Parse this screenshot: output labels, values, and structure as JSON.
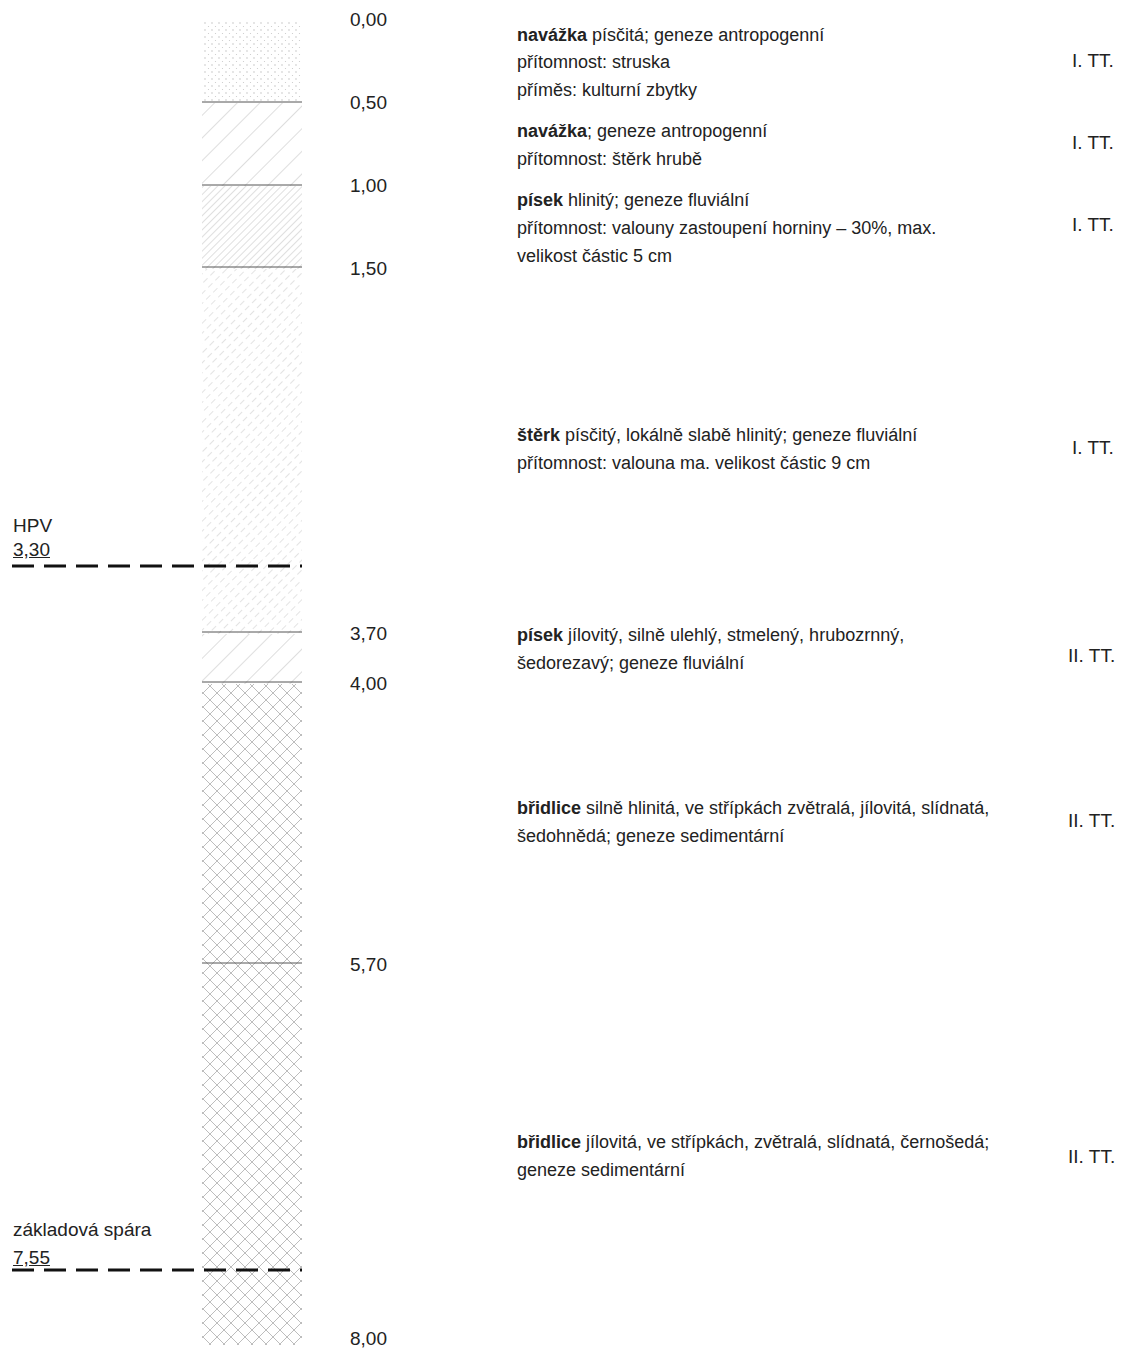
{
  "diagram": {
    "labels": [
      "0,00",
      "0,50",
      "1,00",
      "1,50",
      "3,70",
      "4,00",
      "5,70",
      "8,00",
      "HPV",
      "3,30",
      "základová spára",
      "7,55",
      "navážka",
      "písčitá; geneze antropogenní",
      "přítomnost: struska",
      "příměs: kulturní zbytky",
      "I. TT.",
      "navážka",
      "; geneze antropogenní",
      "přítomnost: štěrk hrubě",
      "I. TT.",
      "písek",
      "hlinitý; geneze fluviální",
      "přítomnost: valouny zastoupení horniny – 30%, max. velikost částic 5 cm",
      "I. TT.",
      "štěrk",
      "písčitý, lokálně slabě hlinitý; geneze fluviální",
      "přítomnost: valouna ma. velikost částic 9 cm",
      "I. TT.",
      "písek",
      "jílovitý, silně ulehlý, stmelený, hrubozrnný, šedorezavý; geneze fluviální",
      "II. TT.",
      "břidlice",
      "silně hlinitá, ve střípkách zvětralá, jílovitá, slídnatá, šedohnědá; geneze sedimentární",
      "II. TT.",
      "břidlice",
      "jílovitá, ve střípkách, zvětralá, slídnatá, černošedá; geneze sedimentární",
      "II. TT."
    ]
  }
}
